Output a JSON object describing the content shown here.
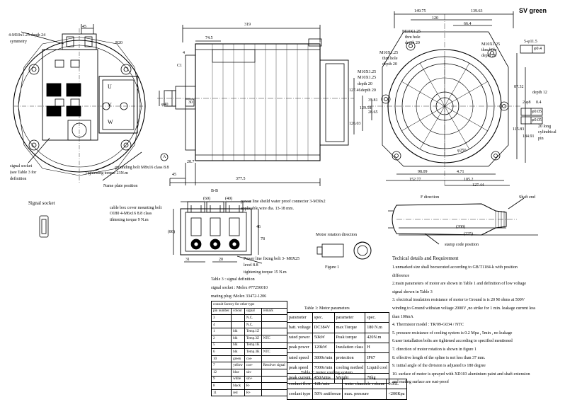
{
  "brand": {
    "name": "SV green"
  },
  "front_view": {
    "holes_label": "4-M10x1.25 depth 24",
    "symmetry": "symmetry",
    "dim_45": "45",
    "dim_r20": "R20",
    "phase_u": "U",
    "phase_v": "V",
    "phase_w": "W",
    "signal_socket_note": [
      "signal socket",
      "(see Table 3 for",
      "definition"
    ],
    "grounding_note": [
      "grounding bolt M8x16 class 8.8",
      "Tightening torque 23N.m"
    ],
    "nameplate": "Name plate position",
    "section_a": "A"
  },
  "side_view": {
    "dim_319": "319",
    "dim_74_5": "74.5",
    "dim_4": "4",
    "dim_c1": "C1",
    "dim_30": "30",
    "dim_phi40": "φ40",
    "dim_377_5": "377.5",
    "dim_45": "45",
    "dim_28_7": "28.7",
    "thread_note": "M10X1.25",
    "thread_depth": "depth 20"
  },
  "flange_view": {
    "dim_149_75": "149.75",
    "dim_139_63": "139.63",
    "dim_120": "120",
    "dim_66_4": "66.4",
    "m10_a": [
      "M10X1.25",
      "thru hole",
      "depth 20"
    ],
    "m10_b": [
      "M10X1.25",
      "thru hole",
      "depth 20"
    ],
    "m10_c": [
      "M10X1.25",
      "thru hole",
      "depth 20"
    ],
    "m10_d": [
      "M10X1.25",
      "depth 20"
    ],
    "dim_5_phi11": "5-φ11.5",
    "tol_1": "φ0.4",
    "dim_127_46": "127.46",
    "dim_129_58": "129.58",
    "dim_126_03": "126.03",
    "dim_35_81": "35.81",
    "dim_28_65": "28.65",
    "dim_87_32": "87.32",
    "dim_115_83": "115.83",
    "dim_184_91": "184.91",
    "dim_phi250": "φ250",
    "dim_98_09": "98.09",
    "dim_4_71": "4.71",
    "dim_152_77": "152.77",
    "dim_105_2": "105.2",
    "dim_127_44": "127.44",
    "pin_note": [
      "depth 12",
      "2-φ8",
      "φ0.05",
      "20 long",
      "cylindrical",
      "pin"
    ],
    "tol_2": "φ0.05",
    "tol_3": "0.4"
  },
  "signal_socket": {
    "title": "Signal socket"
  },
  "cable_box": {
    "title": "B-B",
    "dim_60": "(60)",
    "dim_40": "(40)",
    "dim_86": "(86)",
    "mount_note": [
      "cable box cover mounting bolt",
      "O180  4-M6x16  8.8 class",
      "tihtening torque 9 N.m"
    ],
    "shield_note": [
      "power line sheild water proof connector 3-M30x2",
      "applicable wire  dia. 13-18 mm."
    ],
    "power_bolt_note": [
      "Power line fixing bolt 3- M8X25",
      "level 8.8",
      "tightening torque 15 N.m"
    ],
    "dim_31": "31",
    "dim_20": "20",
    "dim_46": "46",
    "dim_78": "78"
  },
  "rotation": {
    "title": "Motor rotation direction",
    "figure": "Figure  1"
  },
  "shaft_view": {
    "f_direction": "F  direction",
    "shaft_end": "Shaft end",
    "dim_200": "(200)",
    "dim_225": "(225)",
    "stamp": "stamp code position"
  },
  "table3": {
    "title": "Table 3 : signal definition",
    "socket": "signal socket : Molex #77256010",
    "mating": "mating plug :Molex 33472-1206",
    "consult": "consult factory for other type",
    "headers": [
      "pin number",
      "colour",
      "signal",
      "remark"
    ],
    "rows": [
      [
        "3",
        "",
        "N.C.",
        ""
      ],
      [
        "4",
        "",
        "N.C.",
        ""
      ],
      [
        "1",
        "blk",
        "Temp.1Z",
        ""
      ],
      [
        "2",
        "blk",
        "Temp.3Z",
        "NTC"
      ],
      [
        "5",
        "blk",
        "Temp.1K",
        ""
      ],
      [
        "6",
        "blk",
        "Temp.3K",
        "NTC"
      ],
      [
        "10",
        "green",
        "cos-",
        ""
      ],
      [
        "7",
        "yellow",
        "cos+",
        "Resolver signal"
      ],
      [
        "12",
        "blue",
        "sin-",
        ""
      ],
      [
        "9",
        "white",
        "sin+",
        ""
      ],
      [
        "8",
        "black",
        "R-",
        ""
      ],
      [
        "11",
        "red",
        "R+",
        ""
      ]
    ]
  },
  "table1": {
    "title": "Table 1: Motor parameters",
    "rows": [
      [
        "parameter",
        "spec.",
        "parameter",
        "spec."
      ],
      [
        "batt. voltage",
        "DC384V",
        "max Torque",
        "180 N.m"
      ],
      [
        "rated power",
        "50kW",
        "Peak torque",
        "420N.m"
      ],
      [
        "peak power",
        "120kW",
        "Insulation class",
        "H"
      ],
      [
        "rated speed",
        "3800r/min",
        "protection",
        "IP67"
      ],
      [
        "peak speed",
        "7000r/min",
        "cooling method",
        "Liquid cool"
      ],
      [
        "peak current",
        "450Arms",
        "Weight",
        "70kg"
      ]
    ]
  },
  "table2": {
    "title": "Table 2: motor cooling system",
    "rows": [
      [
        "coolant flow",
        "12L/min",
        "water channels volume",
        "0.95L"
      ],
      [
        "coolant type",
        "50% antifreeze",
        "max. pressure",
        "<200Kpa"
      ]
    ]
  },
  "tech": {
    "title": "Techical details and   Requirement",
    "lines": [
      "1.unmarked size shall beexecuted according to GB/T1184-k  with position",
      "difference",
      "2.main parameters of motor are shown in Table 1 and  definition of low voltage",
      "signal shown in  Table 3",
      "3. electrical insulation resistance of motor to Ground is is 20 M ohms at 500V",
      "winding to Ground withstan voltage 2000V ,no strike for 1 min.  leakage current less",
      "than 100mA",
      "4. Thermistor  model : TR/09-G034 / NTC",
      "5. pressure resistance of cooling system  is 0.2 Mpa , 5min , no leakage",
      "6.user installation bolts are tightened according to specified mentioned",
      "7. direction of motor rotation is shown in figure 1",
      "8. effective length of the spline  is not less than  37 mm.",
      "9. initial angle of the division is adjusted  to 180 degree",
      "10. surface of motor is sprayed with XD103 aluminium  paint and shaft extension",
      "and mating surface are rust-proof"
    ]
  }
}
